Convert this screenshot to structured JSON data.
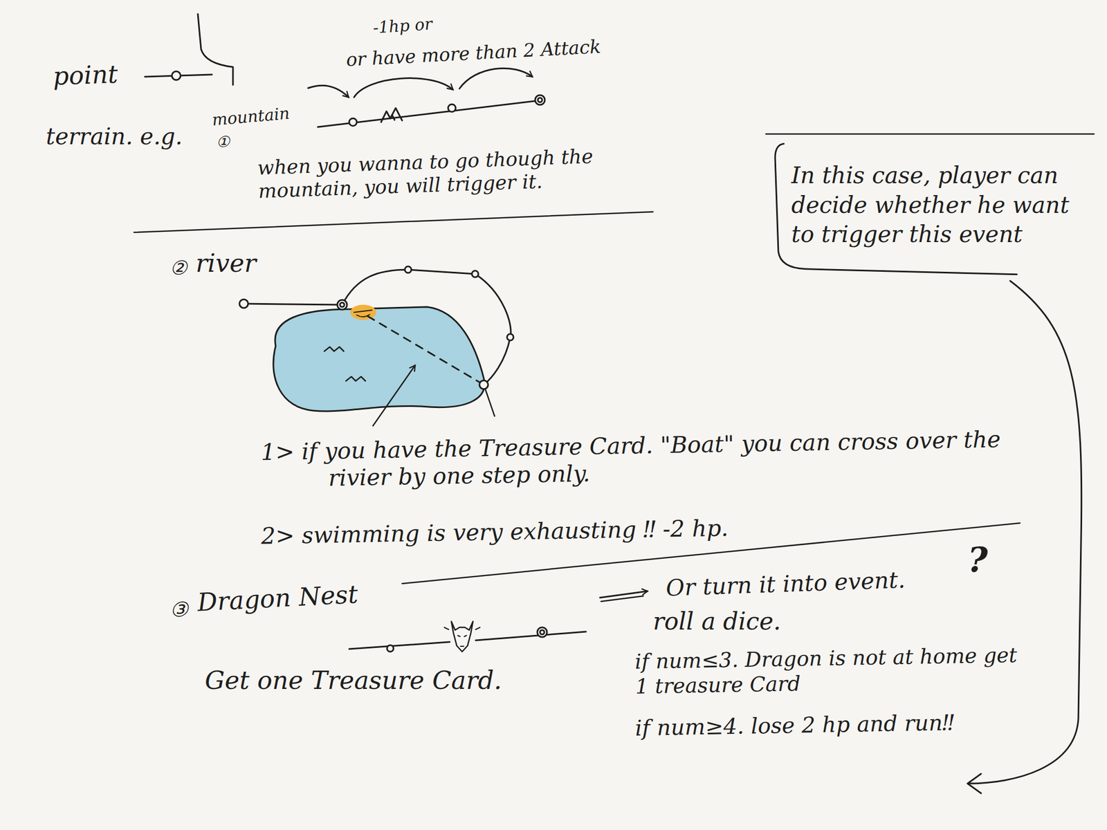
{
  "diagram": {
    "nodes": [
      {
        "text": [
          "In this case, player can decide whether he want to trigger this event"
        ]
      }
    ],
    "labels": [
      "point",
      "terrain. e.g.",
      "mountain",
      "①",
      "-1hp or",
      "or have more than 2 Attack",
      "when you wanna to go though the mountain, you will trigger it.",
      "②",
      "river",
      "1> if you have the Treasure Card. \"Boat\" you can cross over the rivier by one step only.",
      "2> swimming is very exhausting ‼ -2 hp.",
      "③",
      "Dragon Nest",
      "Get one Treasure Card.",
      "Or turn it into event.",
      "?",
      "roll a dice.",
      "if num≤3. Dragon is not at home get 1 treasure Card",
      "if num≥4. lose 2 hp and run‼"
    ]
  }
}
